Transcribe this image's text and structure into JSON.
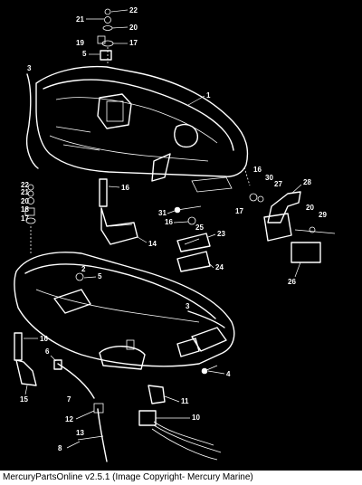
{
  "diagram": {
    "callouts": {
      "c1": "1",
      "c2": "2",
      "c3a": "3",
      "c3b": "3",
      "c4": "4",
      "c5a": "5",
      "c5b": "5",
      "c6": "6",
      "c7": "7",
      "c8": "8",
      "c10": "10",
      "c11": "11",
      "c12": "12",
      "c13": "13",
      "c14": "14",
      "c15": "15",
      "c16a": "16",
      "c16b": "16",
      "c16c": "16",
      "c16d": "16",
      "c17a": "17",
      "c17b": "17",
      "c17c": "17",
      "c18": "18",
      "c19": "19",
      "c20a": "20",
      "c20b": "20",
      "c20c": "20",
      "c21a": "21",
      "c21b": "21",
      "c22a": "22",
      "c22b": "22",
      "c23": "23",
      "c24": "24",
      "c25": "25",
      "c26": "26",
      "c27": "27",
      "c28": "28",
      "c29": "29",
      "c30": "30",
      "c31": "31"
    }
  },
  "footer": {
    "caption": "MercuryPartsOnline v2.5.1 (Image Copyright- Mercury Marine)"
  }
}
